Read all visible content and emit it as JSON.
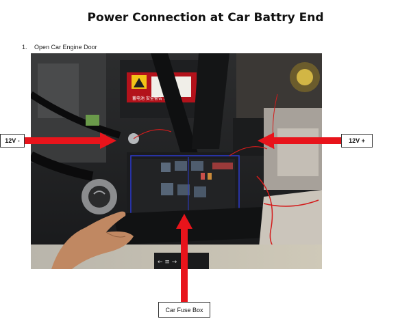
{
  "document": {
    "title": "Power Connection at Car Battry End",
    "step_number": "1.",
    "step_text": "Open Car Engine Door"
  },
  "callouts": {
    "negative_label": "12V -",
    "positive_label": "12V +",
    "fuse_box_label": "Car Fuse  Box"
  },
  "battery_label": "蓄电池 安全警告 危险",
  "colors": {
    "arrow": "#e8141b",
    "box_border": "#333333"
  }
}
